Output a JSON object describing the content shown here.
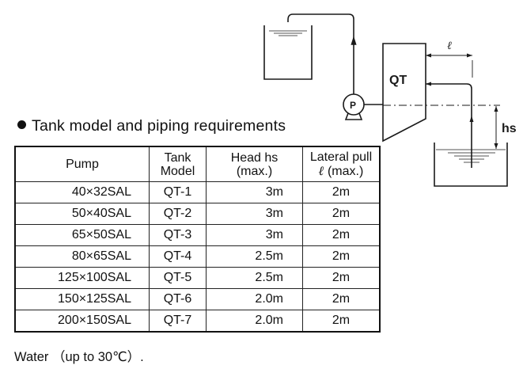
{
  "title": "Tank model and piping requirements",
  "table": {
    "headers": {
      "pump": "Pump",
      "tank_model_line1": "Tank",
      "tank_model_line2": "Model",
      "head_line1": "Head hs",
      "head_line2": "(max.)",
      "lateral_line1": "Lateral pull",
      "lateral_symbol": "ℓ",
      "lateral_line2": " (max.)"
    },
    "rows": [
      {
        "pump": "40×32SAL",
        "tank_model": "QT-1",
        "head": "3m",
        "lateral": "2m"
      },
      {
        "pump": "50×40SAL",
        "tank_model": "QT-2",
        "head": "3m",
        "lateral": "2m"
      },
      {
        "pump": "65×50SAL",
        "tank_model": "QT-3",
        "head": "3m",
        "lateral": "2m"
      },
      {
        "pump": "80×65SAL",
        "tank_model": "QT-4",
        "head": "2.5m",
        "lateral": "2m"
      },
      {
        "pump": "125×100SAL",
        "tank_model": "QT-5",
        "head": "2.5m",
        "lateral": "2m"
      },
      {
        "pump": "150×125SAL",
        "tank_model": "QT-6",
        "head": "2.0m",
        "lateral": "2m"
      },
      {
        "pump": "200×150SAL",
        "tank_model": "QT-7",
        "head": "2.0m",
        "lateral": "2m"
      }
    ]
  },
  "footer_note": "Water （up to 30℃）.",
  "diagram": {
    "tank_label": "QT",
    "pump_label": "P",
    "lateral_label": "ℓ",
    "head_label": "hs",
    "line_color": "#1a1a1a"
  }
}
